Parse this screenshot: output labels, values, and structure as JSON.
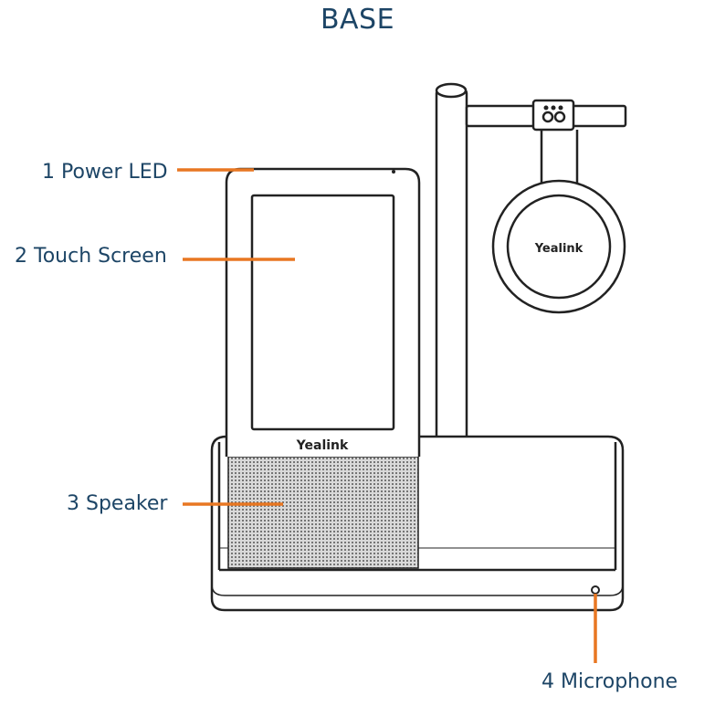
{
  "title": "BASE",
  "callouts": [
    {
      "number": "1",
      "label": "1 Power LED"
    },
    {
      "number": "2",
      "label": "2 Touch Screen"
    },
    {
      "number": "3",
      "label": "3 Speaker"
    },
    {
      "number": "4",
      "label": "4 Microphone"
    }
  ],
  "brand": {
    "base_logo": "Yealink",
    "headset_logo": "Yealink"
  },
  "colors": {
    "title_text": "#1d4566",
    "leader_line": "#e87722",
    "outline": "#222222"
  }
}
